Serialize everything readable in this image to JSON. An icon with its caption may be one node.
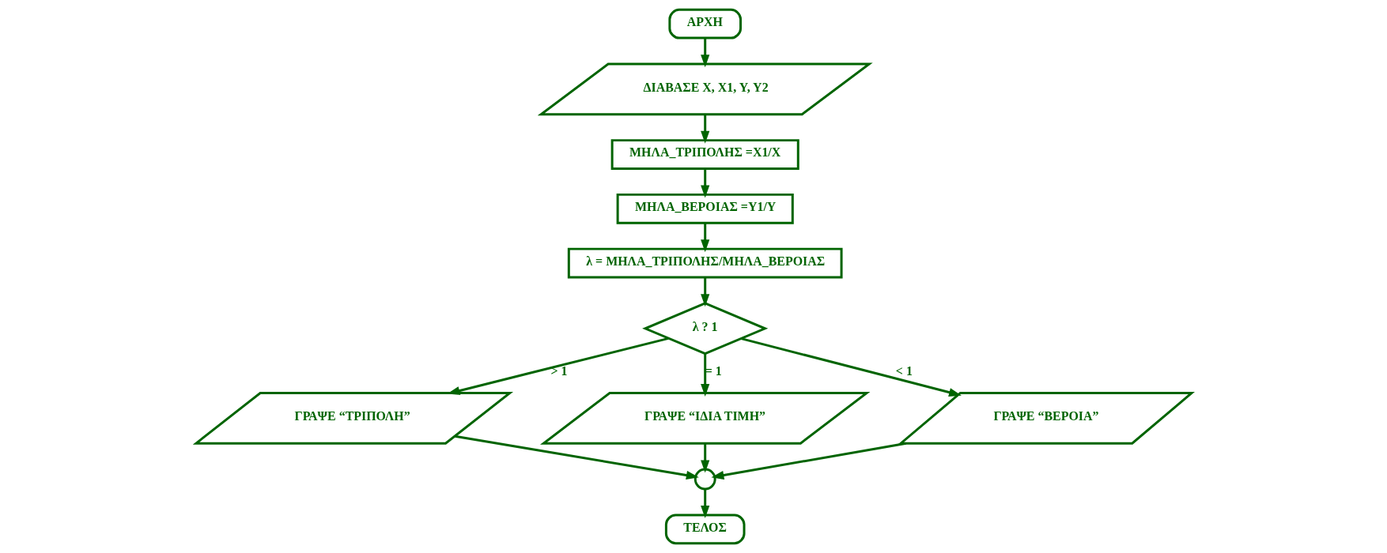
{
  "diagram": {
    "nodes": [
      {
        "text": [
          "ΑΡΧΗ"
        ]
      },
      {
        "text": [
          "ΔΙΑΒΑΣΕ X, X1, Y, Y2"
        ]
      },
      {
        "text": [
          "ΜΗΛΑ_ΤΡΙΠΟΛΗΣ =X1/X"
        ]
      },
      {
        "text": [
          "ΜΗΛΑ_ΒΕΡΟΙΑΣ =Y1/Y"
        ]
      },
      {
        "text": [
          "λ = ΜΗΛΑ_ΤΡΙΠΟΛΗΣ/ΜΗΛΑ_ΒΕΡΟΙΑΣ"
        ]
      },
      {
        "text": [
          "λ ? 1"
        ]
      },
      {
        "text": [
          "ΓΡΑΨΕ “ΤΡΙΠΟΛΗ”"
        ]
      },
      {
        "text": [
          "ΓΡΑΨΕ “ΙΔΙΑ ΤΙΜΗ”"
        ]
      },
      {
        "text": [
          "ΓΡΑΨΕ “ΒΕΡΟΙΑ”"
        ]
      },
      {
        "text": [],
        "shape": "circle"
      },
      {
        "text": [
          "ΤΕΛΟΣ"
        ]
      }
    ],
    "edges": [
      {
        "from": 0,
        "to": 1,
        "arrow": "to"
      },
      {
        "from": 1,
        "to": 2,
        "arrow": "to"
      },
      {
        "from": 2,
        "to": 3,
        "arrow": "to"
      },
      {
        "from": 3,
        "to": 4,
        "arrow": "to"
      },
      {
        "from": 4,
        "to": 5,
        "arrow": "to"
      },
      {
        "from": 5,
        "to": 6,
        "arrow": "to",
        "label": "> 1"
      },
      {
        "from": 5,
        "to": 7,
        "arrow": "to",
        "label": "= 1"
      },
      {
        "from": 5,
        "to": 8,
        "arrow": "to",
        "label": "< 1"
      },
      {
        "from": 6,
        "to": 9,
        "arrow": "to"
      },
      {
        "from": 7,
        "to": 9,
        "arrow": "to"
      },
      {
        "from": 8,
        "to": 9,
        "arrow": "to"
      },
      {
        "from": 9,
        "to": 10,
        "arrow": "to"
      }
    ]
  }
}
